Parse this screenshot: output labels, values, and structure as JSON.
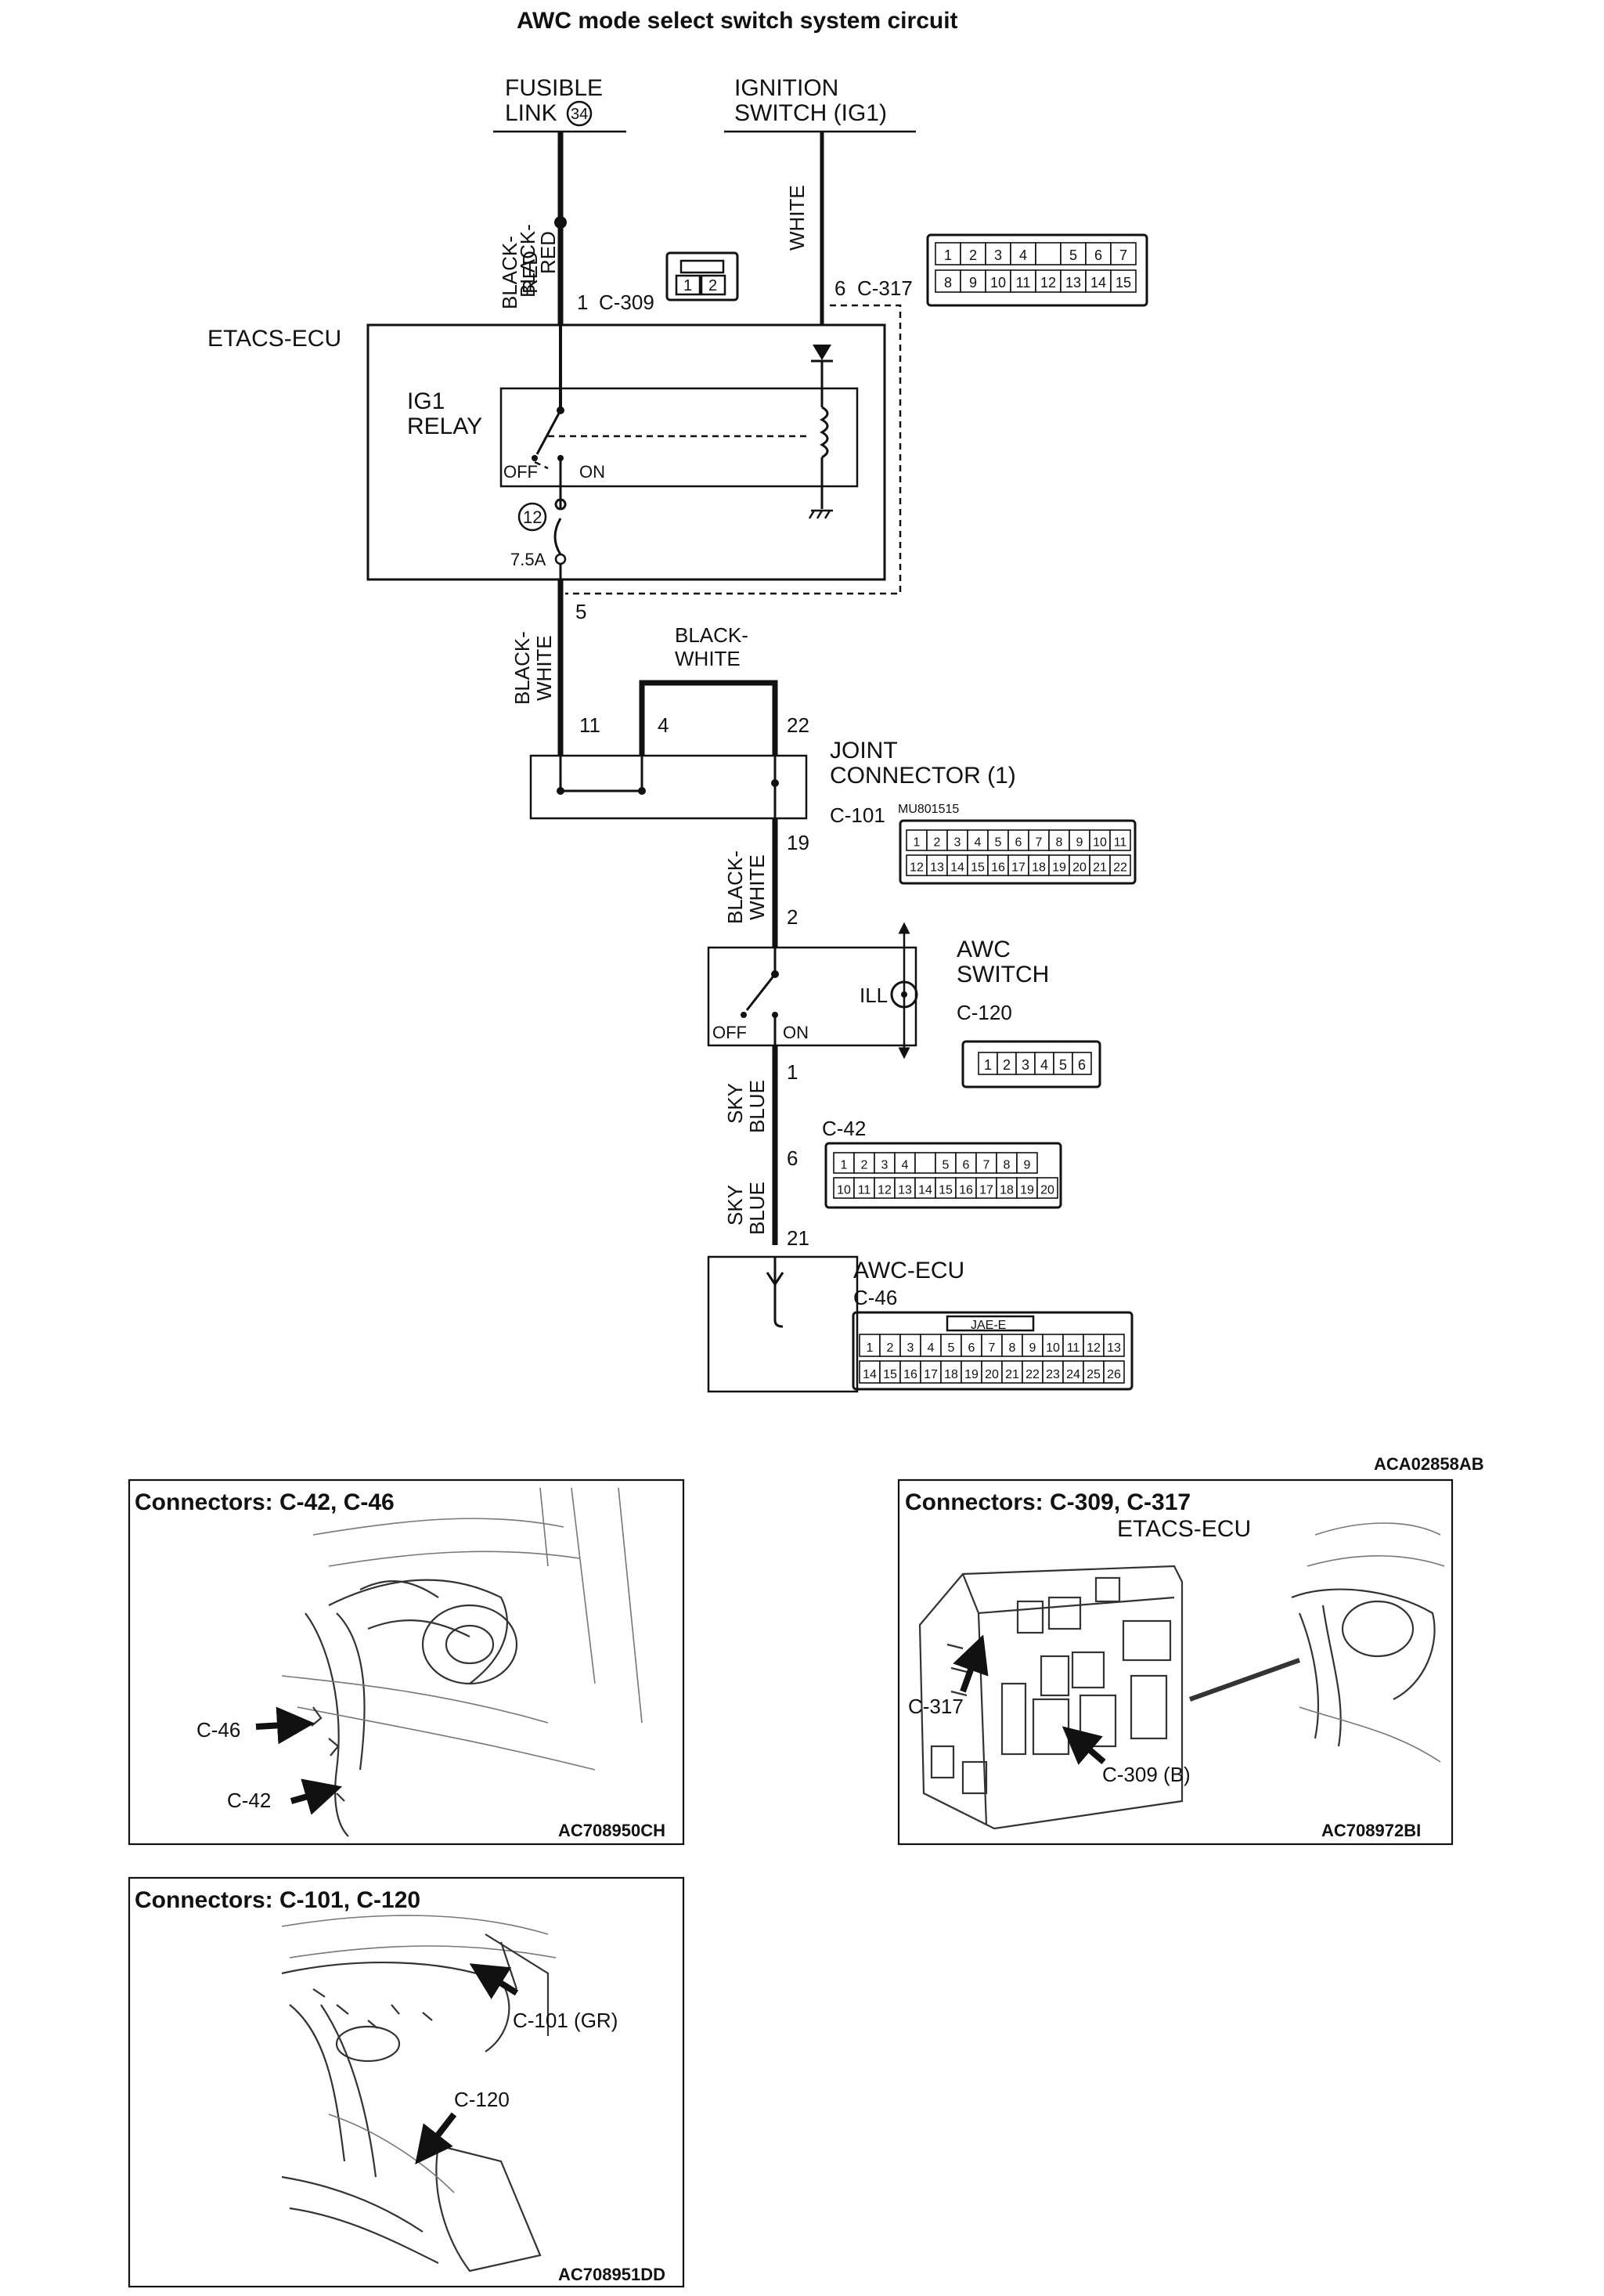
{
  "title": "AWC mode select switch system circuit",
  "figure_code": "ACA02858AB",
  "sources": {
    "fusible_link": {
      "line1": "FUSIBLE",
      "line2": "LINK",
      "number": "34"
    },
    "ignition": {
      "line1": "IGNITION",
      "line2": "SWITCH (IG1)"
    }
  },
  "wires": {
    "black_red_1": {
      "line1": "BLACK-",
      "line2": "RED"
    },
    "black_red_2": {
      "line1": "BLACK-",
      "line2": "RED"
    },
    "white": "WHITE",
    "black_white_a": {
      "line1": "BLACK-",
      "line2": "WHITE"
    },
    "black_white_b": {
      "line1": "BLACK-",
      "line2": "WHITE"
    },
    "black_white_c": {
      "line1": "BLACK-",
      "line2": "WHITE"
    },
    "sky_blue_a": {
      "line1": "SKY",
      "line2": "BLUE"
    },
    "sky_blue_b": {
      "line1": "SKY",
      "line2": "BLUE"
    }
  },
  "connectors": {
    "c309": {
      "pin": "1",
      "name": "C-309",
      "pins": [
        "1",
        "2"
      ]
    },
    "c317": {
      "pin": "6",
      "name": "C-317",
      "row1": [
        "1",
        "2",
        "3",
        "4",
        "",
        "5",
        "6",
        "7"
      ],
      "row2": [
        "8",
        "9",
        "10",
        "11",
        "12",
        "13",
        "14",
        "15"
      ]
    },
    "c101": {
      "name": "C-101",
      "part": "MU801515",
      "row1": [
        "1",
        "2",
        "3",
        "4",
        "5",
        "6",
        "7",
        "8",
        "9",
        "10",
        "11"
      ],
      "row2": [
        "12",
        "13",
        "14",
        "15",
        "16",
        "17",
        "18",
        "19",
        "20",
        "21",
        "22"
      ]
    },
    "c120": {
      "name": "C-120",
      "pins": [
        "1",
        "2",
        "3",
        "4",
        "5",
        "6"
      ]
    },
    "c42": {
      "name": "C-42",
      "row1": [
        "1",
        "2",
        "3",
        "4",
        "",
        "5",
        "6",
        "7",
        "8",
        "9"
      ],
      "row2": [
        "10",
        "11",
        "12",
        "13",
        "14",
        "15",
        "16",
        "17",
        "18",
        "19",
        "20"
      ]
    },
    "c46": {
      "name": "C-46",
      "tag": "JAE-E",
      "row1": [
        "1",
        "2",
        "3",
        "4",
        "5",
        "6",
        "7",
        "8",
        "9",
        "10",
        "11",
        "12",
        "13"
      ],
      "row2": [
        "14",
        "15",
        "16",
        "17",
        "18",
        "19",
        "20",
        "21",
        "22",
        "23",
        "24",
        "25",
        "26"
      ]
    }
  },
  "etacs": {
    "label": "ETACS-ECU",
    "relay": {
      "line1": "IG1",
      "line2": "RELAY",
      "off": "OFF",
      "on": "ON"
    },
    "fuse_number": "12",
    "fuse_rating": "7.5A",
    "out_pin": "5"
  },
  "joint_connector": {
    "line1": "JOINT",
    "line2": "CONNECTOR (1)",
    "pins": {
      "p11": "11",
      "p4": "4",
      "p22": "22",
      "p19": "19"
    }
  },
  "awc_switch": {
    "line1": "AWC",
    "line2": "SWITCH",
    "pin_in": "2",
    "pin_out": "1",
    "off": "OFF",
    "on": "ON",
    "ill": "ILL"
  },
  "c42_pin": "6",
  "awc_ecu": {
    "label": "AWC-ECU",
    "pin": "21"
  },
  "panels": {
    "p1": {
      "title": "Connectors: C-42, C-46",
      "code": "AC708950CH",
      "callouts": [
        "C-46",
        "C-42"
      ]
    },
    "p2": {
      "title": "Connectors: C-309, C-317",
      "subtitle": "ETACS-ECU",
      "code": "AC708972BI",
      "callouts": [
        "C-317",
        "C-309 (B)"
      ]
    },
    "p3": {
      "title": "Connectors: C-101, C-120",
      "code": "AC708951DD",
      "callouts": [
        "C-101 (GR)",
        "C-120"
      ]
    }
  }
}
